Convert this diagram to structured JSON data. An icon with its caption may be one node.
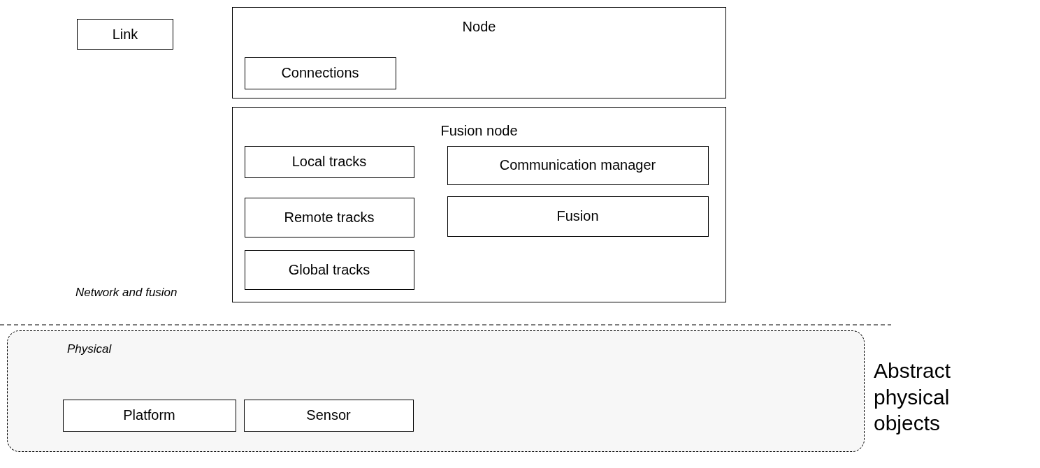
{
  "diagram": {
    "nodes": [
      {
        "text": [
          "Link"
        ]
      },
      {
        "text": [
          "Node"
        ]
      },
      {
        "text": [
          "Connections"
        ],
        "in": 1
      },
      {
        "text": [
          "Fusion node"
        ]
      },
      {
        "text": [
          "Local tracks"
        ],
        "in": 3
      },
      {
        "text": [
          "Communication manager"
        ],
        "in": 3
      },
      {
        "text": [
          "Remote tracks"
        ],
        "in": 3
      },
      {
        "text": [
          "Fusion"
        ],
        "in": 3
      },
      {
        "text": [
          "Global tracks"
        ],
        "in": 3
      },
      {
        "text": [
          "Physical"
        ]
      },
      {
        "text": [
          "Platform"
        ],
        "in": 9
      },
      {
        "text": [
          "Sensor"
        ],
        "in": 9
      }
    ],
    "edges": [],
    "labels": [
      "Network and fusion",
      "Abstract physical objects"
    ]
  }
}
